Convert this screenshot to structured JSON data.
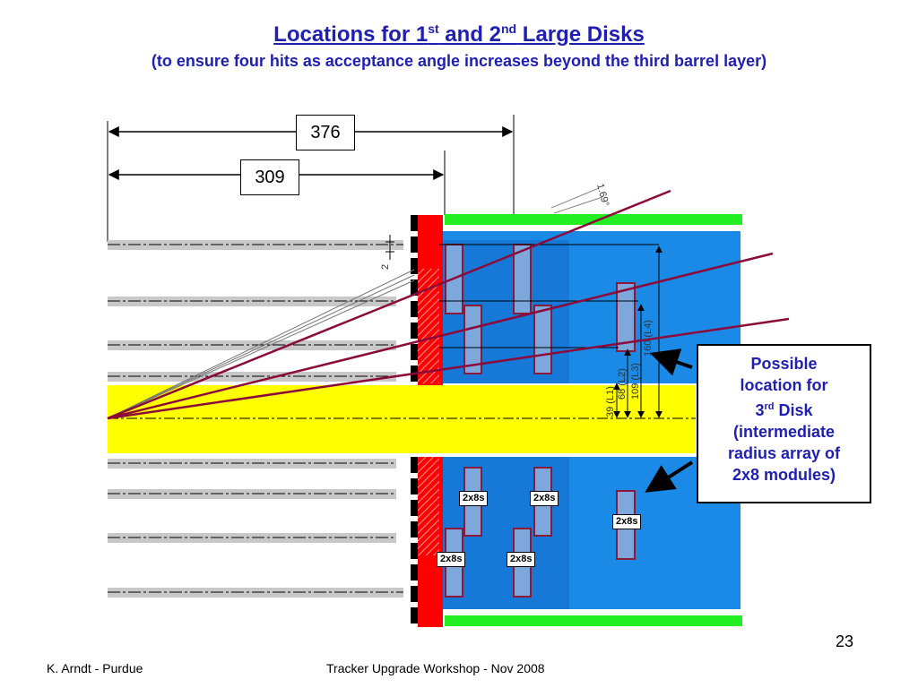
{
  "title": {
    "prefix": "Locations for 1",
    "sup1": "st",
    "mid": " and 2",
    "sup2": "nd",
    "suffix": " Large Disks"
  },
  "subtitle": "(to ensure four hits as acceptance angle increases beyond the third barrel layer)",
  "dimensions": {
    "outer": "376",
    "inner": "309",
    "small_gap": "2",
    "angle": "1.69°"
  },
  "radii": {
    "l1": "39 (L1)",
    "l2": "68 (L2)",
    "l3": "109 (L3)",
    "l4": "160 (L4)"
  },
  "callout": {
    "line1": "Possible",
    "line2": "location for",
    "line3_num": "3",
    "line3_sup": "rd",
    "line3_rest": " Disk",
    "line4": "(intermediate",
    "line5": "radius array of",
    "line6": "2x8 modules)"
  },
  "module_labels": [
    "2x8s",
    "2x8s",
    "2x8s",
    "2x8s",
    "2x8s"
  ],
  "footer": {
    "author": "K. Arndt - Purdue",
    "event": "Tracker Upgrade Workshop - Nov 2008",
    "page": "23"
  },
  "colors": {
    "title": "#1f1fb0",
    "disk": "#ff0000",
    "beampipe": "#ffff00",
    "endcap": "#1a8ae6",
    "support": "#22ee22",
    "track": "#8b0a3a"
  }
}
